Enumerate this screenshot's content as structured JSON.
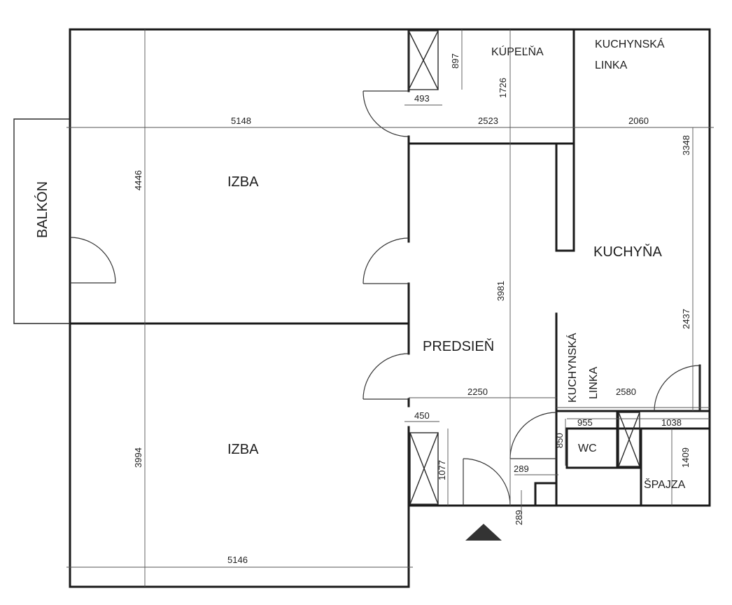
{
  "rooms": {
    "izba_top": "IZBA",
    "izba_bottom": "IZBA",
    "balkon": "BALKÓN",
    "kupelna": "KÚPEĽŇA",
    "kuchynska_linka_top_1": "KUCHYNSKÁ",
    "kuchynska_linka_top_2": "LINKA",
    "kuchyna": "KUCHYŇA",
    "predsien": "PREDSIEŇ",
    "kuchynska_linka_vert_1": "KUCHYNSKÁ",
    "kuchynska_linka_vert_2": "LINKA",
    "wc": "WC",
    "spajza": "ŠPAJZA"
  },
  "dimensions": {
    "d5148": "5148",
    "d2523": "2523",
    "d2060": "2060",
    "d3348": "3348",
    "d4446": "4446",
    "d897": "897",
    "d493": "493",
    "d1726": "1726",
    "d3981": "3981",
    "d2437": "2437",
    "d2250": "2250",
    "d2580": "2580",
    "d450": "450",
    "d955": "955",
    "d1038": "1038",
    "d850": "850",
    "d1077": "1077",
    "d289a": "289",
    "d289b": "289",
    "d1409": "1409",
    "d3994": "3994",
    "d5146": "5146"
  },
  "colors": {
    "wall": "#1a1a1a",
    "dimension": "#555555",
    "entrance_marker": "#333333"
  }
}
